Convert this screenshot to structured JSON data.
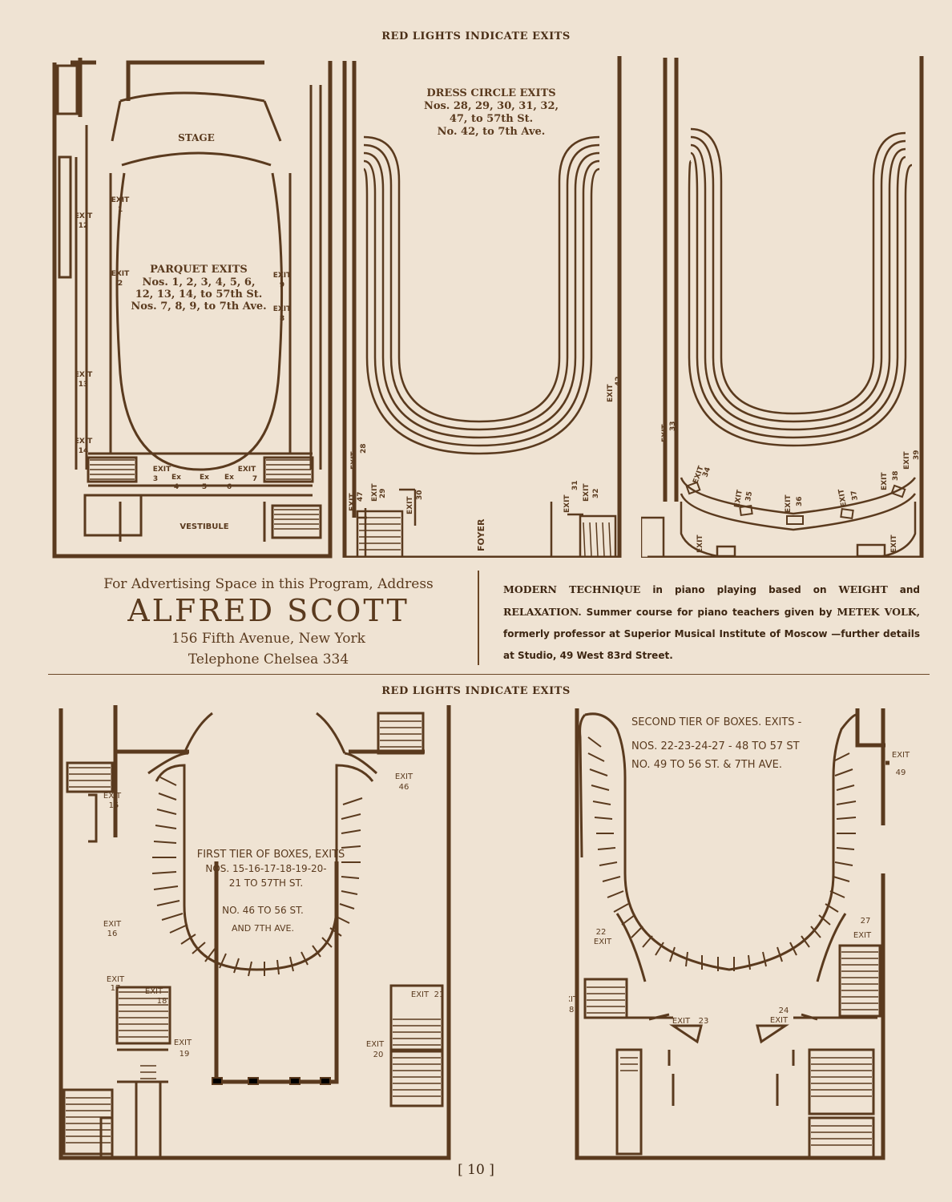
{
  "headers": {
    "top": "RED LIGHTS INDICATE EXITS",
    "middle": "RED LIGHTS INDICATE EXITS"
  },
  "parquet": {
    "stage": "STAGE",
    "vestibule": "VESTIBULE",
    "title": "PARQUET EXITS",
    "line1": "Nos. 1, 2, 3, 4, 5, 6,",
    "line2": "12, 13, 14, to 57th St.",
    "line3": "Nos. 7, 8, 9, to 7th Ave.",
    "exits": [
      "1",
      "2",
      "3",
      "4",
      "5",
      "6",
      "7",
      "8",
      "9",
      "12",
      "13",
      "14"
    ]
  },
  "dress_circle": {
    "title": "DRESS CIRCLE EXITS",
    "line1": "Nos. 28, 29, 30, 31, 32,",
    "line2": "47, to 57th St.",
    "line3": "No. 42, to 7th Ave.",
    "foyer": "FOYER",
    "exits": [
      "28",
      "29",
      "30",
      "31",
      "32",
      "42",
      "47"
    ]
  },
  "balcony": {
    "exits": [
      "33",
      "34",
      "35",
      "36",
      "37",
      "38",
      "39"
    ]
  },
  "exit_word": "EXIT",
  "ex_word": "Ex",
  "ad": {
    "line1": "For Advertising Space in this Program, Address",
    "name": "ALFRED SCOTT",
    "address": "156 Fifth Avenue, New York",
    "phone": "Telephone Chelsea 334"
  },
  "notice": {
    "b1": "MODERN TECHNIQUE",
    "t1": " in piano playing based on ",
    "b2": "WEIGHT",
    "t2": " and ",
    "b3": "RELAXATION.",
    "t3": " Summer course for piano teachers given by ",
    "b4": "METEK VOLK,",
    "t4": " formerly professor at Superior Musical Institute of Moscow —further details at Studio, 49 West 83rd Street."
  },
  "first_tier": {
    "line1": "FIRST TIER OF BOXES, EXITS",
    "line2": "NOS. 15-16-17-18-19-20-",
    "line3": "21 TO 57TH ST.",
    "line4": "NO. 46 TO 56 ST.",
    "line5": "AND 7TH AVE.",
    "exits": [
      "15",
      "16",
      "17",
      "18",
      "19",
      "20",
      "21",
      "46"
    ]
  },
  "second_tier": {
    "line1": "SECOND TIER OF BOXES. EXITS -",
    "line2": "NOS. 22-23-24-27 - 48 TO 57 ST",
    "line3": "NO. 49 TO 56 ST. & 7TH AVE.",
    "exits": [
      "22",
      "23",
      "24",
      "27",
      "48",
      "49"
    ]
  },
  "page_number": "[ 10 ]",
  "colors": {
    "paper": "#efe3d3",
    "ink": "#5a3a1e"
  }
}
